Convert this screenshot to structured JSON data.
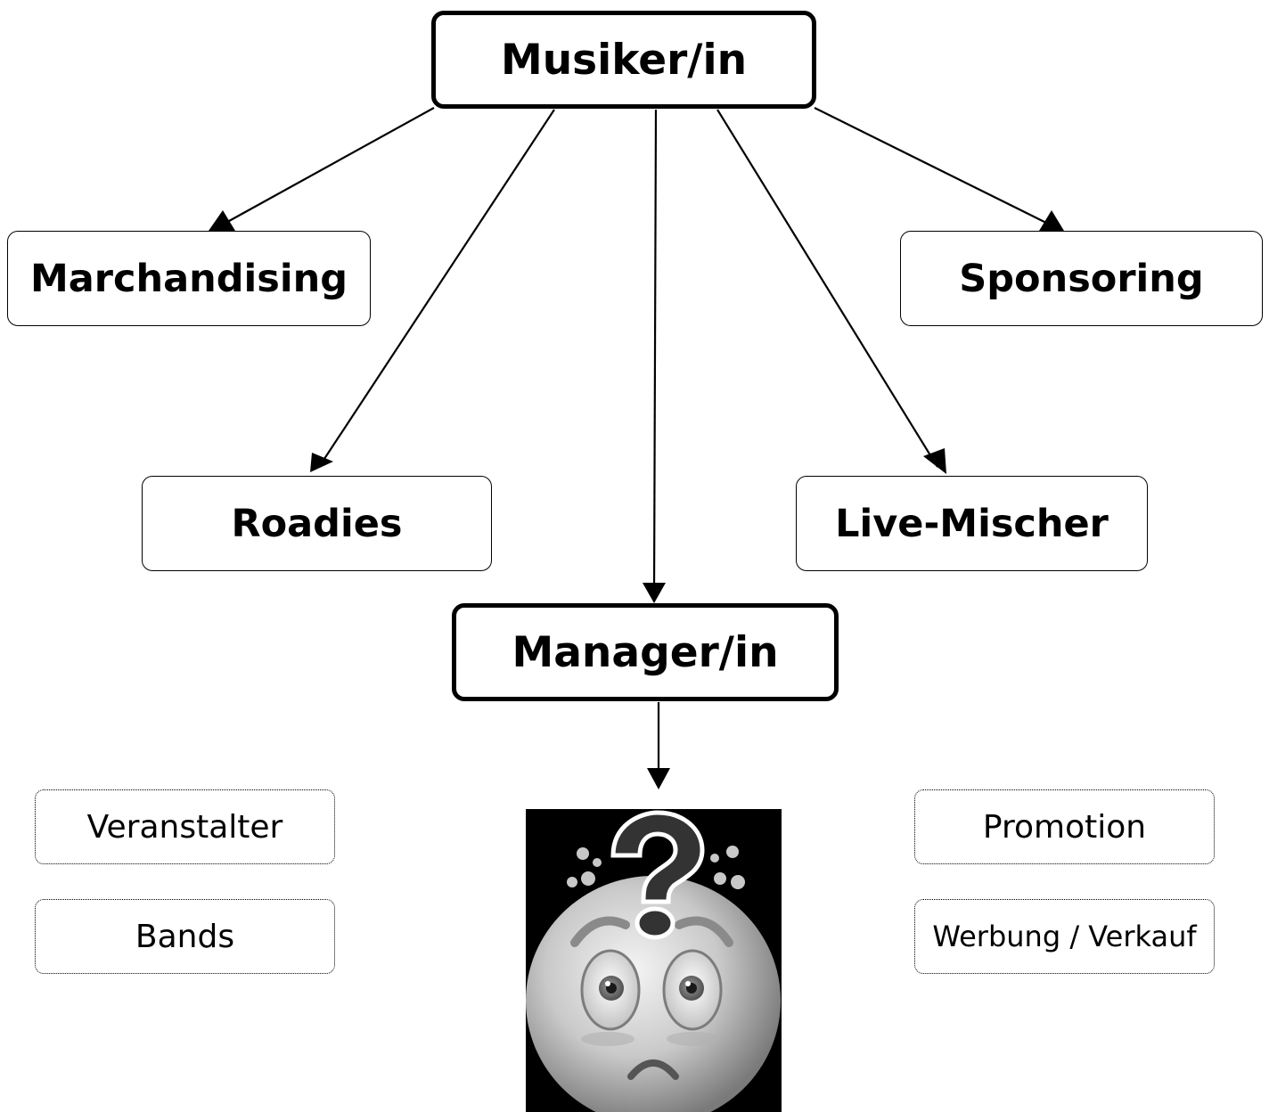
{
  "diagram": {
    "root": {
      "label": "Musiker/in"
    },
    "branches": {
      "marchandising": {
        "label": "Marchandising"
      },
      "sponsoring": {
        "label": "Sponsoring"
      },
      "roadies": {
        "label": "Roadies"
      },
      "live_mischer": {
        "label": "Live-Mischer"
      },
      "manager": {
        "label": "Manager/in"
      }
    },
    "options_left": [
      {
        "label": "Veranstalter"
      },
      {
        "label": "Bands"
      }
    ],
    "options_right": [
      {
        "label": "Promotion"
      },
      {
        "label": "Werbung / Verkauf"
      }
    ],
    "illustration": {
      "icon": "confused-face-icon"
    },
    "colors": {
      "line": "#000000",
      "box_fill": "#ffffff",
      "illustration_background": "#000000"
    }
  }
}
